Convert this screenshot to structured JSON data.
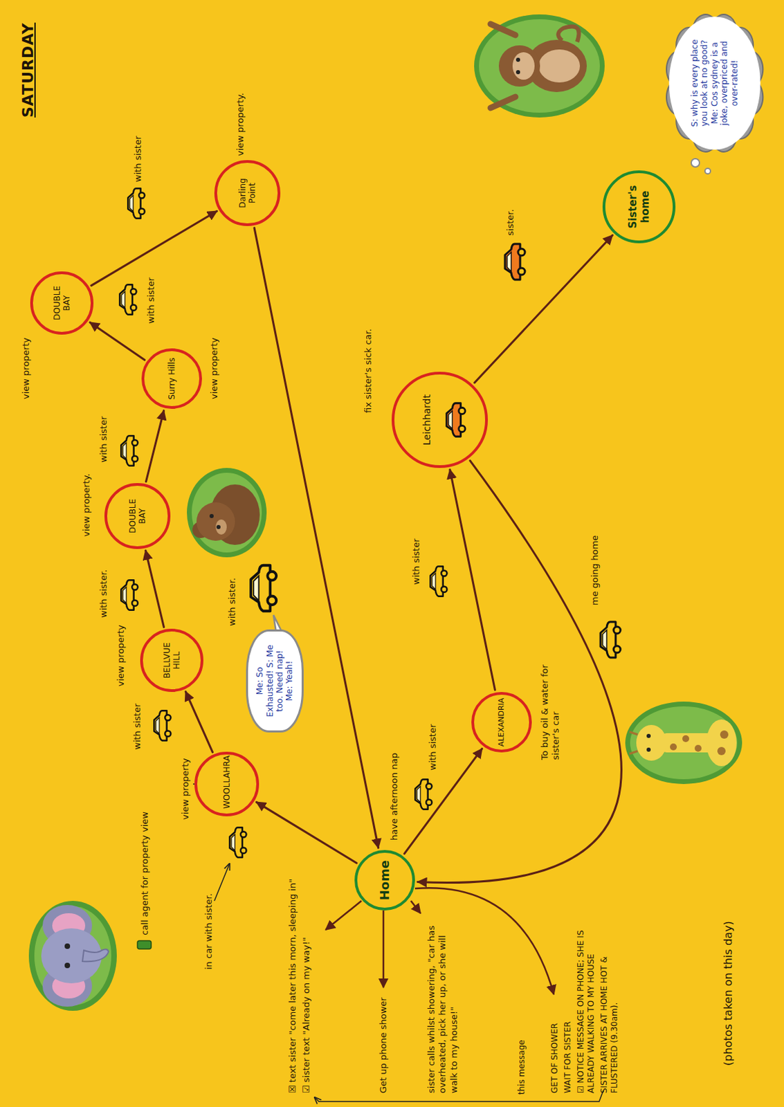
{
  "diagram": {
    "title": "SATURDAY",
    "nodes": [
      {
        "text": [
          "Home"
        ]
      },
      {
        "text": [
          "WOOLLAHRA"
        ]
      },
      {
        "text": [
          "BELLVUE HILL"
        ]
      },
      {
        "text": [
          "DOUBLE BAY"
        ]
      },
      {
        "text": [
          "Surry Hills"
        ]
      },
      {
        "text": [
          "DOUBLE BAY"
        ]
      },
      {
        "text": [
          "Darling Point"
        ]
      },
      {
        "text": [
          "ALEXANDRIA"
        ]
      },
      {
        "text": [
          "Leichhardt"
        ]
      },
      {
        "text": [
          "Sister's home"
        ]
      },
      {
        "text": [
          "Me: So Exhausted! S: Me too. Need nap! Me: Yeah!"
        ]
      },
      {
        "text": [
          "S: why is every place you look at no good? Me: Cos sydney is a joke, overpriced and over-rated!"
        ]
      }
    ],
    "edges": [
      {
        "from": 0,
        "to": 1,
        "arrow": "to"
      },
      {
        "from": 1,
        "to": 2,
        "arrow": "to"
      },
      {
        "from": 2,
        "to": 3,
        "arrow": "to"
      },
      {
        "from": 3,
        "to": 4,
        "arrow": "to"
      },
      {
        "from": 4,
        "to": 5,
        "arrow": "to"
      },
      {
        "from": 5,
        "to": 6,
        "arrow": "to"
      },
      {
        "from": 6,
        "to": 0,
        "arrow": "to"
      },
      {
        "from": 0,
        "to": 7,
        "arrow": "to"
      },
      {
        "from": 7,
        "to": 8,
        "arrow": "to"
      },
      {
        "from": 8,
        "to": 9,
        "arrow": "to"
      },
      {
        "from": 8,
        "to": 0,
        "arrow": "to"
      }
    ],
    "labels": [
      "in car with sister.",
      "call agent for property view",
      "view property",
      "with sister",
      "view property",
      "with sister.",
      "view property.",
      "with sister",
      "view property",
      "with sister",
      "view property",
      "with sister",
      "view property.",
      "with sister.",
      "have afternoon nap",
      "with sister",
      "To buy oil & water for sister's car",
      "with sister",
      "fix sister's sick car.",
      "sister.",
      "me going home",
      "☒ text sister \"come later this morn, sleeping in\"",
      "☑ sister text \"Already on my way!\"",
      "Get up phone shower",
      "sister calls whilst showering, \"car has overheated, pick her up, or she will walk to my house!\"",
      "GET OF SHOWER",
      "WAIT FOR SISTER",
      "☑ NOTICE MESSAGE ON PHONE; SHE IS ALREADY WALKING TO MY HOUSE",
      "SISTER ARRIVES AT HOME HOT & FLUSTERED (9.30am).",
      "this message",
      "(photos taken on this day)"
    ]
  }
}
